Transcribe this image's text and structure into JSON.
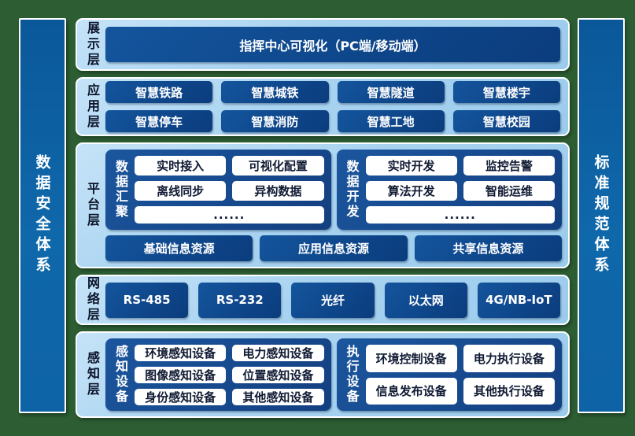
{
  "colors": {
    "background_green": "#2d5e33",
    "band_light_blue": "#a8d3f0",
    "module_dark_blue": "#0d4386",
    "side_bar_blue": "#0f68aa",
    "white_box_text": "#101a33"
  },
  "sidebars": {
    "left": "数据安全体系",
    "right": "标准规范体系"
  },
  "layers": {
    "display": {
      "label": "展示层",
      "box": "指挥中心可视化（PC端/移动端）"
    },
    "application": {
      "label": "应用层",
      "items": [
        "智慧铁路",
        "智慧城铁",
        "智慧隧道",
        "智慧楼宇",
        "智慧停车",
        "智慧消防",
        "智慧工地",
        "智慧校园"
      ]
    },
    "platform": {
      "label": "平台层",
      "groups": [
        {
          "title": "数据汇聚",
          "items": [
            "实时接入",
            "可视化配置",
            "离线同步",
            "异构数据"
          ],
          "more": "......"
        },
        {
          "title": "数据开发",
          "items": [
            "实时开发",
            "监控告警",
            "算法开发",
            "智能运维"
          ],
          "more": "......"
        }
      ],
      "resources": [
        "基础信息资源",
        "应用信息资源",
        "共享信息资源"
      ]
    },
    "network": {
      "label": "网络层",
      "items": [
        "RS-485",
        "RS-232",
        "光纤",
        "以太网",
        "4G/NB-IoT"
      ]
    },
    "perception": {
      "label": "感知层",
      "groups": [
        {
          "title": "感知设备",
          "items": [
            "环境感知设备",
            "电力感知设备",
            "图像感知设备",
            "位置感知设备",
            "身份感知设备",
            "其他感知设备"
          ]
        },
        {
          "title": "执行设备",
          "items": [
            "环境控制设备",
            "电力执行设备",
            "信息发布设备",
            "其他执行设备"
          ]
        }
      ]
    }
  }
}
